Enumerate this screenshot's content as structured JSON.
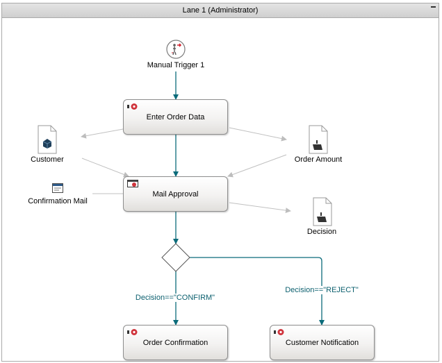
{
  "lane": {
    "title": "Lane 1 (Administrator)"
  },
  "trigger": {
    "label": "Manual Trigger 1",
    "icon": "manual-trigger-icon"
  },
  "tasks": {
    "enter_order_data": "Enter Order Data",
    "mail_approval": "Mail Approval",
    "order_confirmation": "Order Confirmation",
    "customer_notification": "Customer Notification"
  },
  "data_objects": {
    "customer": "Customer",
    "order_amount": "Order Amount",
    "decision": "Decision",
    "confirmation_mail": "Confirmation Mail"
  },
  "conditions": {
    "confirm": "Decision==\"CONFIRM\"",
    "reject": "Decision==\"REJECT\""
  },
  "colors": {
    "flow": "#0b6b7a",
    "data_association": "#c0c0c0",
    "task_border": "#8e8e8e",
    "lane_header": "#d6d6d6"
  }
}
